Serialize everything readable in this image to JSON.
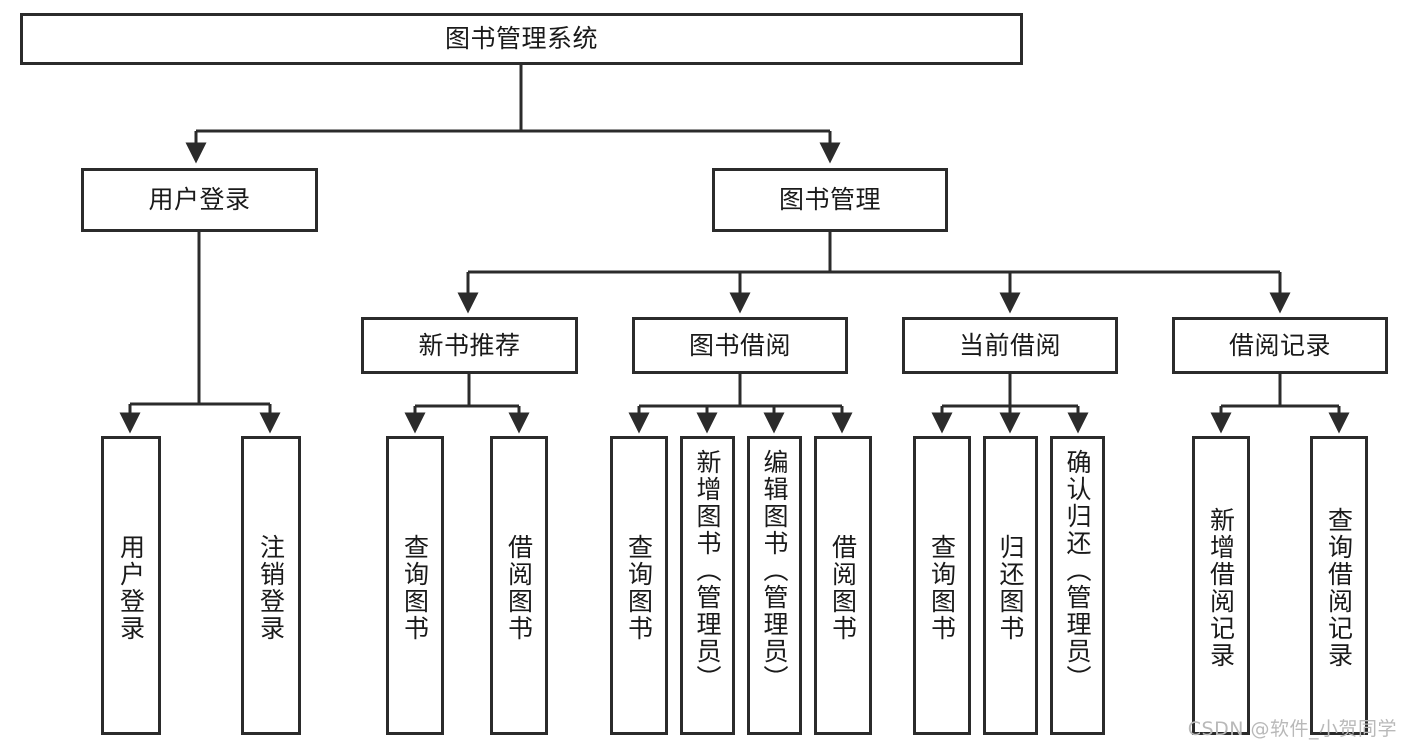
{
  "diagram": {
    "title": "图书管理系统",
    "type": "功能结构图",
    "background_color": "#ffffff",
    "line_color": "#2b2b2b",
    "box_border_color": "#2b2b2b",
    "box_fill_color": "#ffffff",
    "text_color": "#1a1a1a"
  },
  "nodes": {
    "root": {
      "label": "图书管理系统"
    },
    "level2": [
      {
        "label": "用户登录"
      },
      {
        "label": "图书管理"
      }
    ],
    "level3": [
      {
        "label": "新书推荐"
      },
      {
        "label": "图书借阅"
      },
      {
        "label": "当前借阅"
      },
      {
        "label": "借阅记录"
      }
    ],
    "leaves": {
      "user_login": [
        {
          "label": "用户登录"
        },
        {
          "label": "注销登录"
        }
      ],
      "new_book_recommend": [
        {
          "label": "查询图书"
        },
        {
          "label": "借阅图书"
        }
      ],
      "book_borrow": [
        {
          "label": "查询图书"
        },
        {
          "label": "新增图书（管理员）"
        },
        {
          "label": "编辑图书（管理员）"
        },
        {
          "label": "借阅图书"
        }
      ],
      "current_borrow": [
        {
          "label": "查询图书"
        },
        {
          "label": "归还图书"
        },
        {
          "label": "确认归还（管理员）"
        }
      ],
      "borrow_record": [
        {
          "label": "新增借阅记录"
        },
        {
          "label": "查询借阅记录"
        }
      ]
    }
  },
  "watermark": {
    "text": "CSDN @软件_小贺同学"
  }
}
